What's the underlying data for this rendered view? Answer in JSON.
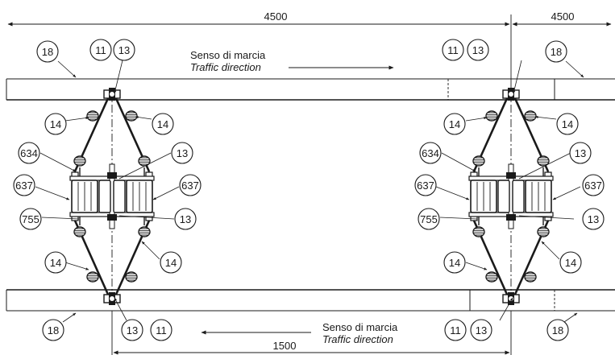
{
  "dimensions": {
    "top_left": "4500",
    "top_right": "4500",
    "bottom": "1500"
  },
  "traffic_top": {
    "it": "Senso di marcia",
    "en": "Traffic direction"
  },
  "traffic_bottom": {
    "it": "Senso di marcia",
    "en": "Traffic direction"
  },
  "callouts": {
    "c18": "18",
    "c11": "11",
    "c13": "13",
    "c14": "14",
    "c634": "634",
    "c637": "637",
    "c755": "755"
  }
}
